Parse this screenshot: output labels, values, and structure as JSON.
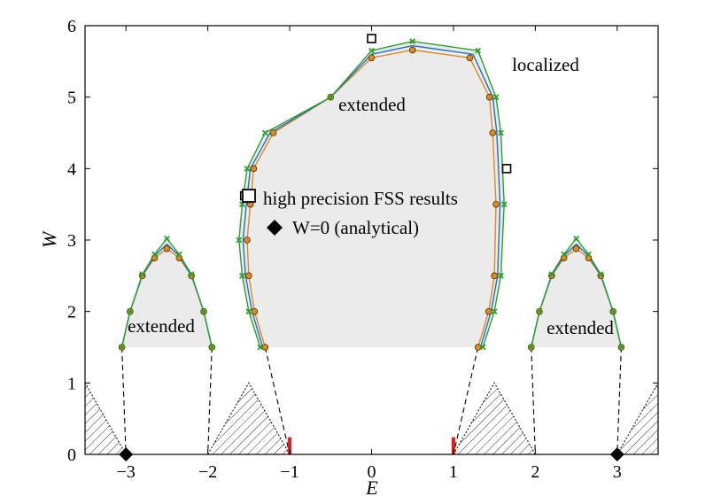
{
  "chart_data": {
    "type": "line",
    "xlabel": "E",
    "ylabel": "W",
    "xlim": [
      -3.5,
      3.5
    ],
    "ylim": [
      0,
      6
    ],
    "xticks": [
      -3,
      -2,
      -1,
      0,
      1,
      2,
      3
    ],
    "xtick_labels": [
      "−3",
      "−2",
      "−1",
      "0",
      "1",
      "2",
      "3"
    ],
    "yticks": [
      0,
      1,
      2,
      3,
      4,
      5,
      6
    ],
    "ytick_labels": [
      "0",
      "1",
      "2",
      "3",
      "4",
      "5",
      "6"
    ],
    "grid": false,
    "legend_position": "center",
    "legend": [
      {
        "label": "high precision FSS results",
        "marker": "open-square"
      },
      {
        "label": "W=0 (analytical)",
        "marker": "filled-diamond"
      }
    ],
    "region_labels": [
      {
        "text": "localized",
        "x": 1.95,
        "y": 5.6
      },
      {
        "text": "extended",
        "x": 0.0,
        "y": 4.92
      },
      {
        "text": "extended",
        "x": -2.5,
        "y": 1.8
      },
      {
        "text": "extended",
        "x": 2.5,
        "y": 1.8
      }
    ],
    "colors": {
      "orange": "#e08a1e",
      "blue": "#1f6fd1",
      "green": "#2ca02c",
      "shade": "#ebebeb",
      "red": "#e41a1c"
    },
    "series": [
      {
        "name": "",
        "color": "#e08a1e",
        "marker": "circle",
        "x": [
          -1.3,
          -1.43,
          -1.5,
          -1.52,
          -1.48,
          -1.44,
          -1.2,
          -0.5,
          0.0,
          0.5,
          1.2,
          1.44,
          1.48,
          1.52,
          1.5,
          1.43,
          1.3
        ],
        "y": [
          1.5,
          2.0,
          2.5,
          3.0,
          3.5,
          4.0,
          4.5,
          5.0,
          5.55,
          5.66,
          5.55,
          5.0,
          4.5,
          3.5,
          2.5,
          2.0,
          1.5
        ]
      },
      {
        "name": "",
        "color": "#1f6fd1",
        "marker": "none",
        "x": [
          -1.33,
          -1.46,
          -1.54,
          -1.57,
          -1.53,
          -1.48,
          -1.24,
          -0.5,
          0.0,
          0.5,
          1.24,
          1.48,
          1.53,
          1.57,
          1.54,
          1.46,
          1.33
        ],
        "y": [
          1.5,
          2.0,
          2.5,
          3.0,
          3.5,
          4.0,
          4.5,
          5.0,
          5.6,
          5.72,
          5.6,
          5.0,
          4.5,
          3.5,
          2.5,
          2.0,
          1.5
        ]
      },
      {
        "name": "",
        "color": "#2ca02c",
        "marker": "x",
        "x": [
          -1.36,
          -1.5,
          -1.58,
          -1.62,
          -1.58,
          -1.52,
          -1.3,
          -0.5,
          0.0,
          0.5,
          1.3,
          1.52,
          1.58,
          1.62,
          1.58,
          1.5,
          1.36
        ],
        "y": [
          1.5,
          2.0,
          2.5,
          3.0,
          3.5,
          4.0,
          4.5,
          5.0,
          5.65,
          5.78,
          5.65,
          5.0,
          4.5,
          3.5,
          2.5,
          2.0,
          1.5
        ]
      },
      {
        "name": "",
        "color": "#e08a1e",
        "marker": "circle",
        "x": [
          -3.05,
          -2.95,
          -2.8,
          -2.65,
          -2.5,
          -2.35,
          -2.2,
          -2.05,
          -1.95
        ],
        "y": [
          1.5,
          2.0,
          2.5,
          2.75,
          2.88,
          2.75,
          2.5,
          2.0,
          1.5
        ]
      },
      {
        "name": "",
        "color": "#1f6fd1",
        "marker": "none",
        "x": [
          -3.05,
          -2.95,
          -2.8,
          -2.65,
          -2.5,
          -2.35,
          -2.2,
          -2.05,
          -1.95
        ],
        "y": [
          1.5,
          2.0,
          2.5,
          2.78,
          2.94,
          2.78,
          2.5,
          2.0,
          1.5
        ]
      },
      {
        "name": "",
        "color": "#2ca02c",
        "marker": "x",
        "x": [
          -3.05,
          -2.95,
          -2.8,
          -2.65,
          -2.5,
          -2.35,
          -2.2,
          -2.05,
          -1.95
        ],
        "y": [
          1.5,
          2.0,
          2.52,
          2.8,
          3.02,
          2.8,
          2.52,
          2.0,
          1.5
        ]
      },
      {
        "name": "",
        "color": "#e08a1e",
        "marker": "circle",
        "x": [
          1.95,
          2.05,
          2.2,
          2.35,
          2.5,
          2.65,
          2.8,
          2.95,
          3.05
        ],
        "y": [
          1.5,
          2.0,
          2.5,
          2.75,
          2.88,
          2.75,
          2.5,
          2.0,
          1.5
        ]
      },
      {
        "name": "",
        "color": "#1f6fd1",
        "marker": "none",
        "x": [
          1.95,
          2.05,
          2.2,
          2.35,
          2.5,
          2.65,
          2.8,
          2.95,
          3.05
        ],
        "y": [
          1.5,
          2.0,
          2.5,
          2.78,
          2.94,
          2.78,
          2.5,
          2.0,
          1.5
        ]
      },
      {
        "name": "",
        "color": "#2ca02c",
        "marker": "x",
        "x": [
          1.95,
          2.05,
          2.2,
          2.35,
          2.5,
          2.65,
          2.8,
          2.95,
          3.05
        ],
        "y": [
          1.5,
          2.0,
          2.52,
          2.8,
          3.02,
          2.8,
          2.52,
          2.0,
          1.5
        ]
      }
    ],
    "fss_points": [
      {
        "x": 0.0,
        "y": 5.82
      },
      {
        "x": 1.65,
        "y": 4.0
      },
      {
        "x": -1.55,
        "y": 3.62
      }
    ],
    "w0_points": [
      {
        "x": -3.0,
        "y": 0.0
      },
      {
        "x": 3.0,
        "y": 0.0
      }
    ],
    "dashed_lines": [
      {
        "x": [
          -3.05,
          -3.0
        ],
        "y": [
          1.5,
          0.0
        ]
      },
      {
        "x": [
          -1.95,
          -2.0
        ],
        "y": [
          1.5,
          0.0
        ]
      },
      {
        "x": [
          -1.3,
          -1.0
        ],
        "y": [
          1.5,
          0.0
        ]
      },
      {
        "x": [
          1.3,
          1.0
        ],
        "y": [
          1.5,
          0.0
        ]
      },
      {
        "x": [
          1.95,
          2.0
        ],
        "y": [
          1.5,
          0.0
        ]
      },
      {
        "x": [
          3.05,
          3.0
        ],
        "y": [
          1.5,
          0.0
        ]
      }
    ],
    "hatched_regions": [
      {
        "x": [
          -3.5,
          -3.5,
          -3.0
        ],
        "y": [
          0.0,
          1.0,
          0.0
        ]
      },
      {
        "x": [
          -2.0,
          -1.5,
          -1.0
        ],
        "y": [
          0.0,
          1.0,
          0.0
        ]
      },
      {
        "x": [
          1.0,
          1.5,
          2.0
        ],
        "y": [
          0.0,
          1.0,
          0.0
        ]
      },
      {
        "x": [
          3.0,
          3.5,
          3.5
        ],
        "y": [
          0.0,
          1.0,
          0.0
        ]
      }
    ],
    "red_marks": [
      {
        "x": -1.0,
        "y": [
          0.0,
          0.24
        ]
      },
      {
        "x": 1.0,
        "y": [
          0.0,
          0.24
        ]
      }
    ],
    "shaded_regions": [
      {
        "note": "center",
        "boundary_series": 2
      },
      {
        "note": "left",
        "boundary_series": 5
      },
      {
        "note": "right",
        "boundary_series": 8
      }
    ]
  }
}
